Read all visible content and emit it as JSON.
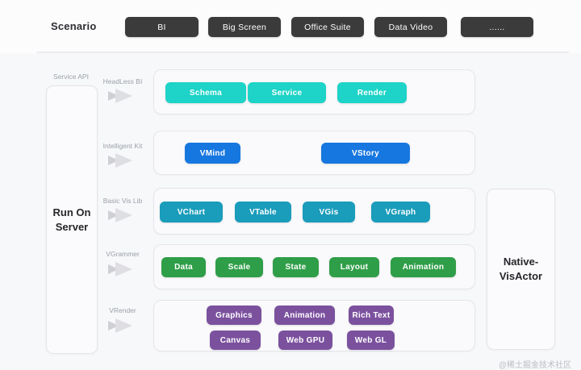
{
  "scenario": {
    "label": "Scenario",
    "buttons": [
      "BI",
      "Big Screen",
      "Office Suite",
      "Data Video",
      "......"
    ]
  },
  "left_panel": {
    "api_label": "Service API",
    "server_line1": "Run On",
    "server_line2": "Server"
  },
  "rows": [
    {
      "label": "HeadLess BI",
      "buttons": [
        "Schema",
        "Service",
        "Render"
      ]
    },
    {
      "label": "Intelligent Kit",
      "buttons": [
        "VMind",
        "VStory"
      ]
    },
    {
      "label": "Basic Vis Lib",
      "buttons": [
        "VChart",
        "VTable",
        "VGis",
        "VGraph"
      ]
    },
    {
      "label": "VGrammer",
      "buttons": [
        "Data",
        "Scale",
        "State",
        "Layout",
        "Animation"
      ]
    },
    {
      "label": "VRender",
      "buttons": [
        "Graphics",
        "Animation",
        "Rich Text",
        "Canvas",
        "Web GPU",
        "Web GL"
      ]
    }
  ],
  "right_panel": {
    "line1": "Native-",
    "line2": "VisActor"
  },
  "watermark": "@稀土掘金技术社区",
  "colors": {
    "scenario_button": "#3b3b3b",
    "headless_bi": "#1ed3c7",
    "intelligent_kit": "#1777e0",
    "basic_vis_lib": "#1a9cbb",
    "vgrammer": "#2f9e48",
    "vrender": "#7b519e",
    "background": "#f7f8fa"
  }
}
